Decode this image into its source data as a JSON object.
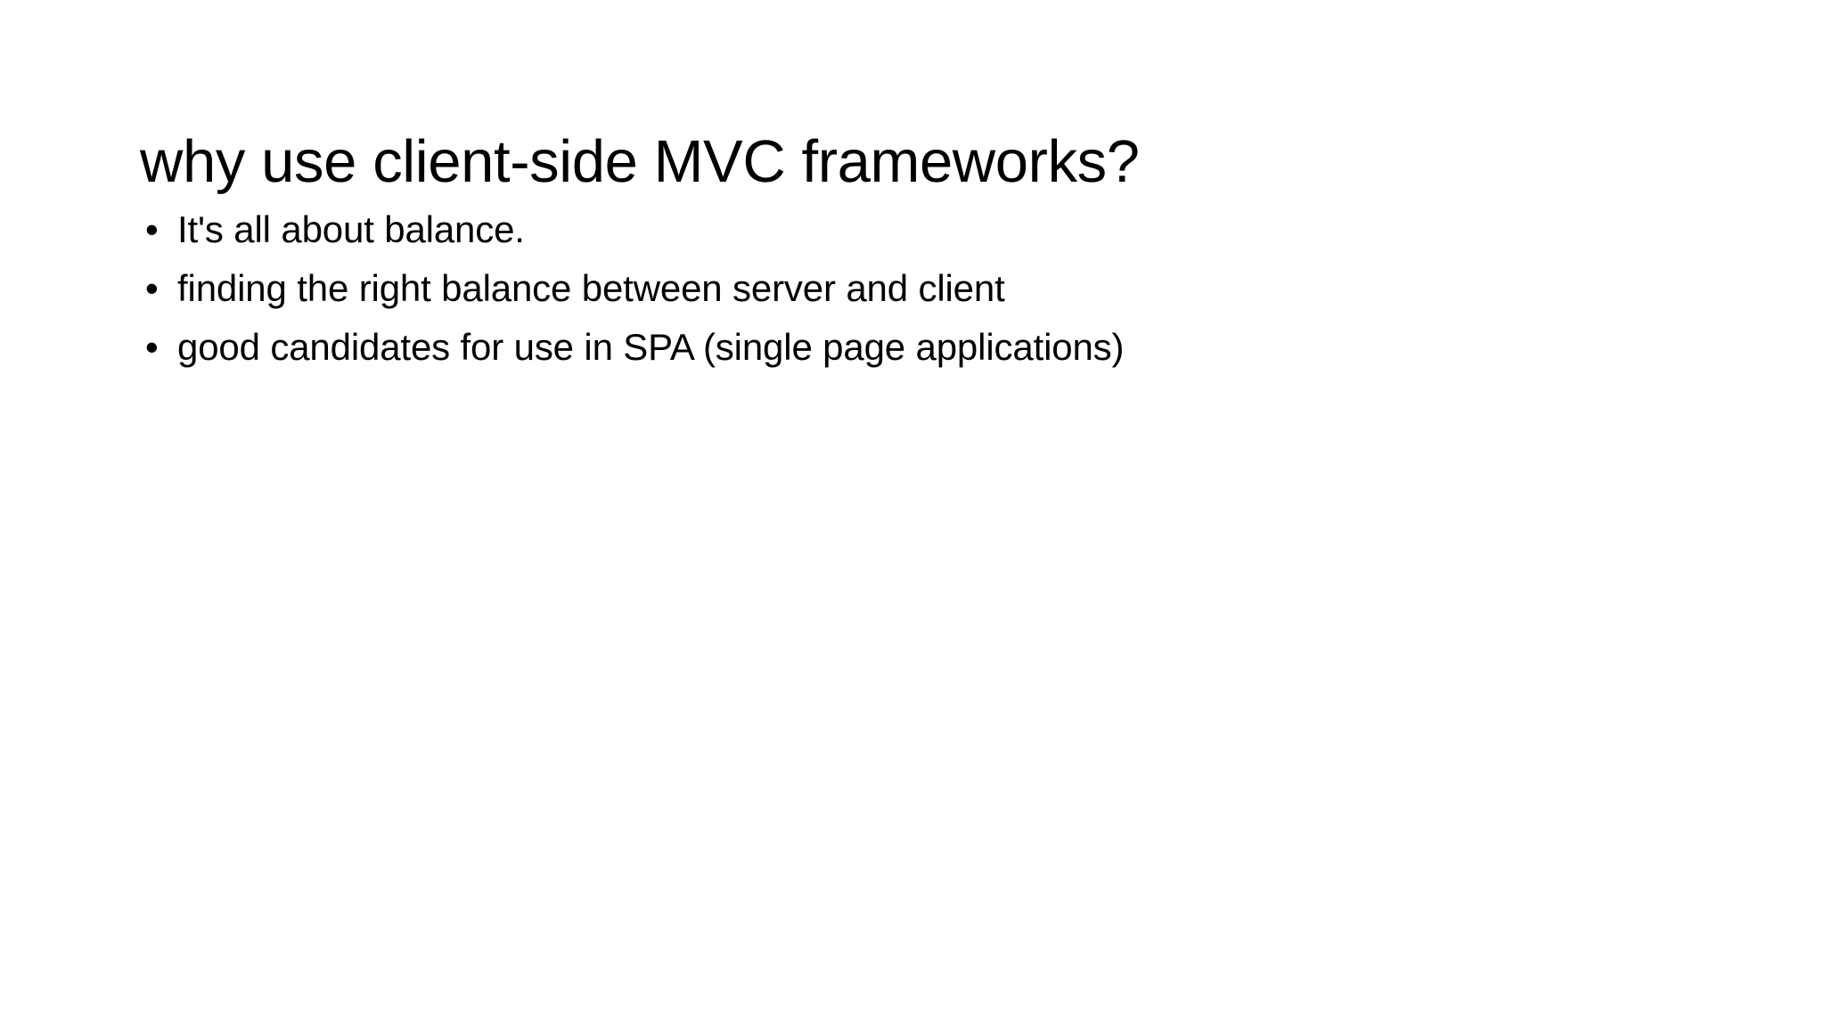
{
  "slide": {
    "background_color": "#FFFFFF",
    "text_color": "#000000",
    "title": "why use client-side MVC frameworks?",
    "bullet_marker": "•",
    "bullets": [
      {
        "text": "It's all about balance."
      },
      {
        "text": "finding the right balance between server and client"
      },
      {
        "text": "good candidates for use in SPA (single page applications)"
      }
    ]
  }
}
